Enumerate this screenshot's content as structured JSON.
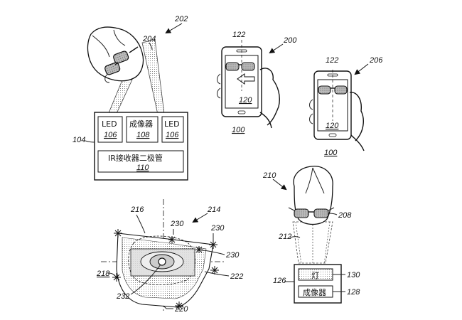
{
  "fig_a": {
    "ref_head": "202",
    "ref_beam": "204",
    "ref_device": "104",
    "led_label": "LED",
    "led_ref": "106",
    "imager_label": "成像器",
    "imager_ref": "108",
    "ir_label": "IR接收器二极管",
    "ir_ref": "110"
  },
  "fig_b": {
    "ref_fig": "200",
    "ref_image": "122",
    "ref_screen": "120",
    "ref_phone": "100"
  },
  "fig_c": {
    "ref_fig": "206",
    "ref_image": "122",
    "ref_screen": "120",
    "ref_phone": "100"
  },
  "fig_d": {
    "ref_fig": "214",
    "ref_216": "216",
    "ref_230a": "230",
    "ref_230b": "230",
    "ref_230c": "230",
    "ref_218": "218",
    "ref_222": "222",
    "ref_232": "232",
    "ref_220": "220"
  },
  "fig_e": {
    "ref_fig": "210",
    "ref_glasses": "208",
    "ref_beam": "212",
    "ref_device": "126",
    "light_label": "灯",
    "light_ref": "130",
    "imager_label": "成像器",
    "imager_ref": "128"
  }
}
